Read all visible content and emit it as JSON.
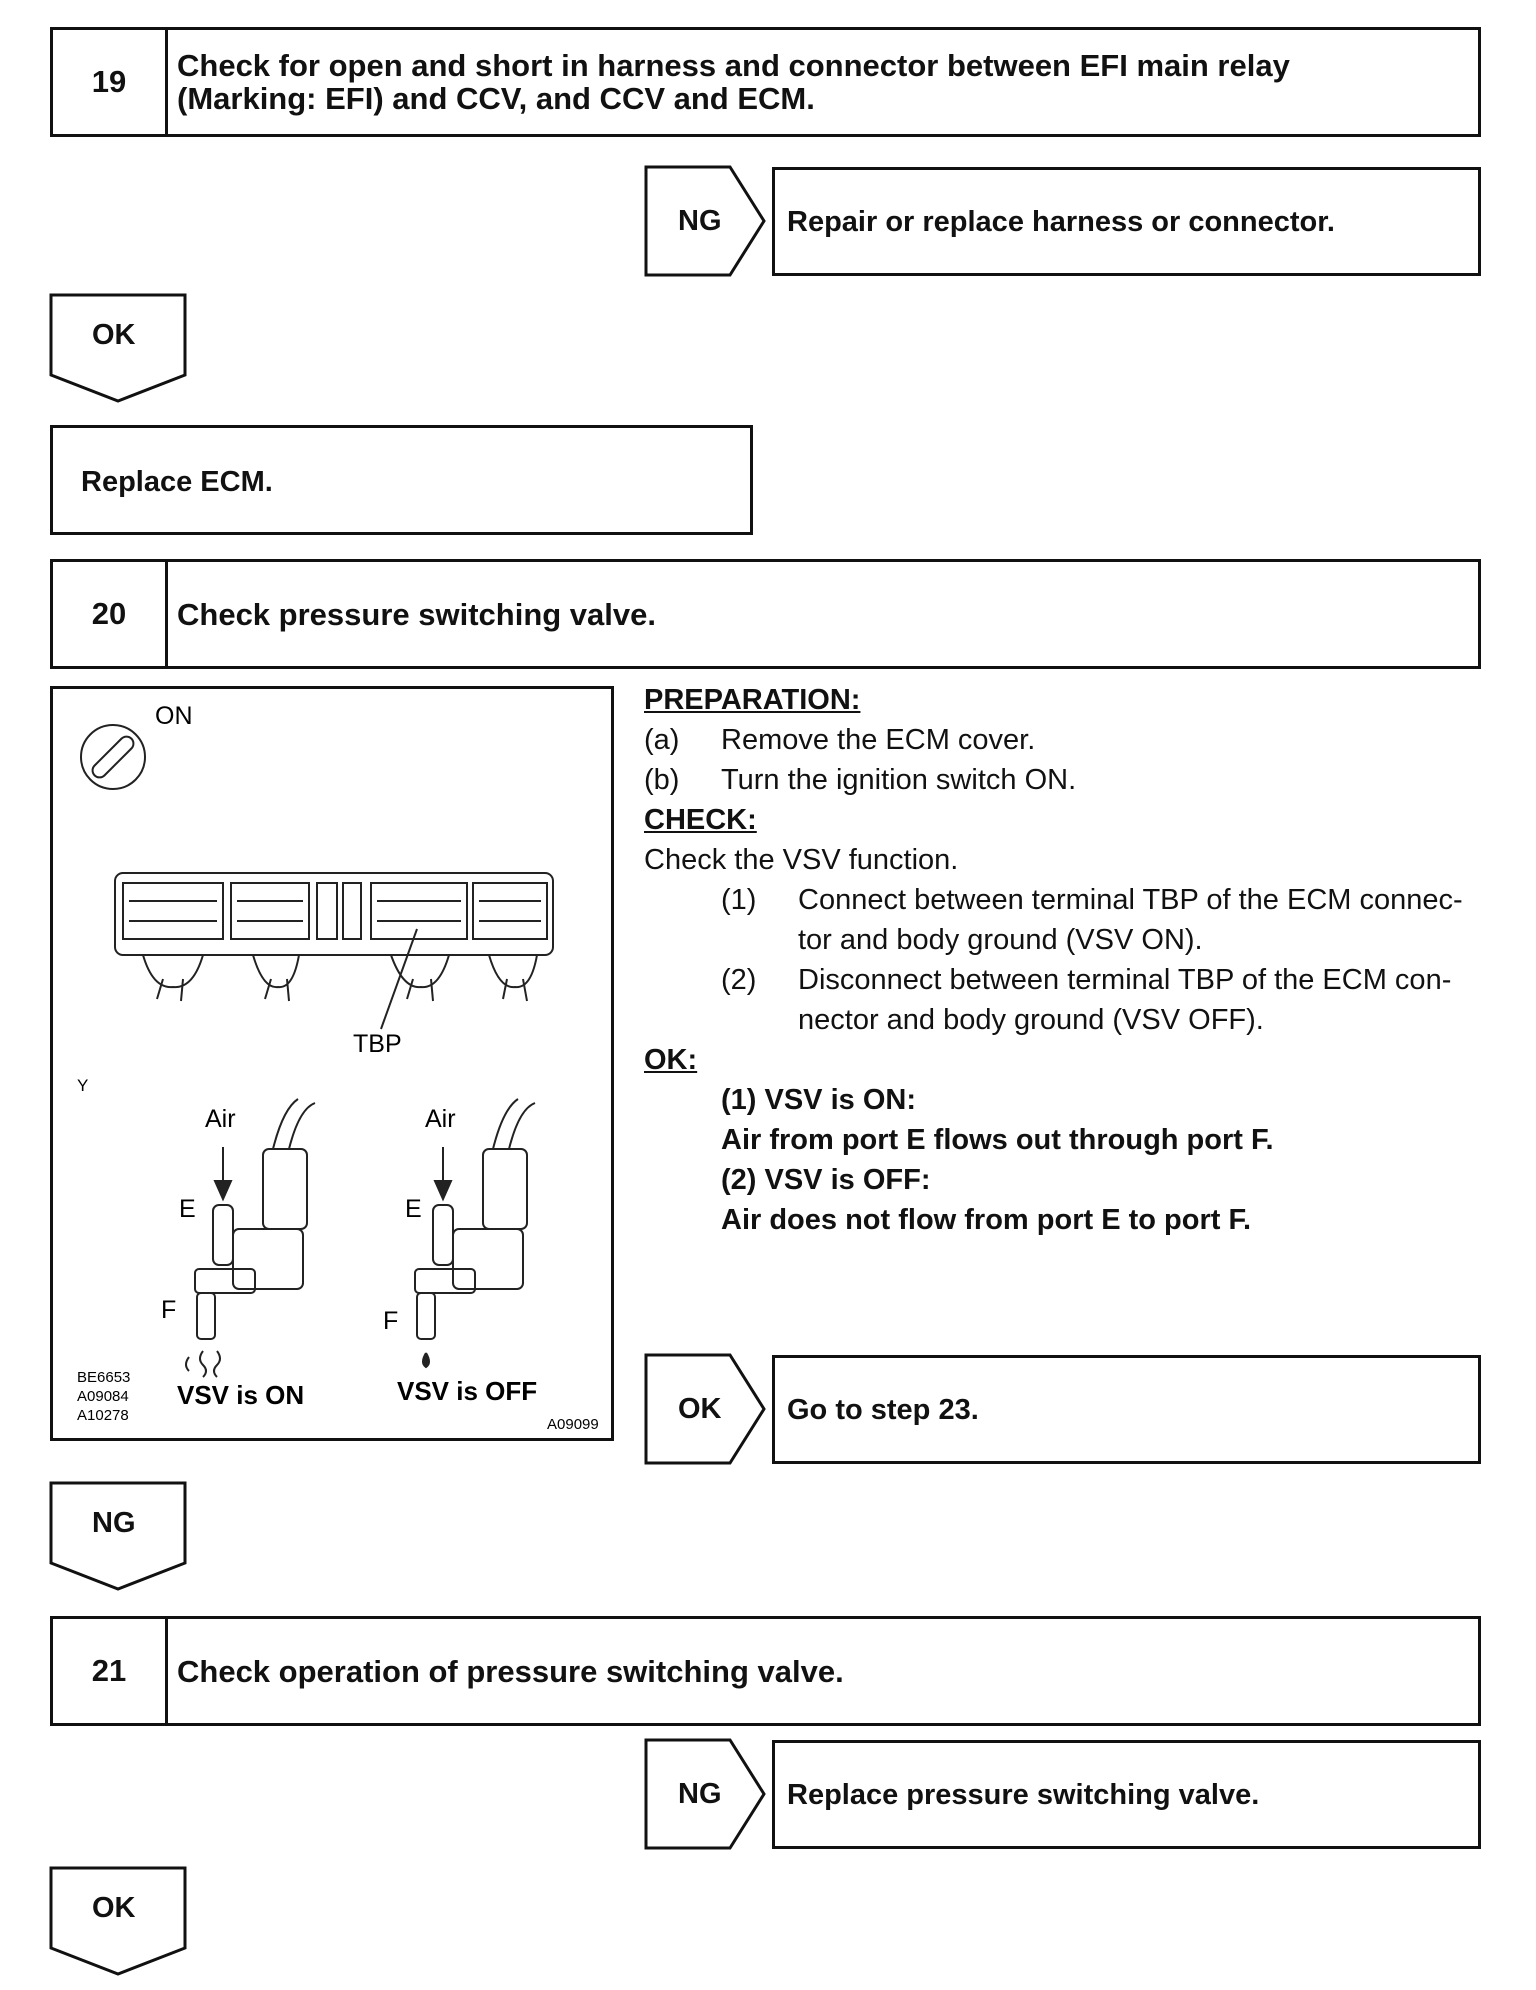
{
  "step19": {
    "number": "19",
    "title_line1": "Check for open and short in harness and connector between EFI main relay",
    "title_line2": "(Marking: EFI) and CCV, and CCV and ECM.",
    "ng_label": "NG",
    "ng_action": "Repair or replace harness or connector.",
    "ok_label": "OK",
    "ok_action": "Replace ECM."
  },
  "step20": {
    "number": "20",
    "title": "Check pressure switching valve.",
    "figure": {
      "ignition_label": "ON",
      "terminal_label": "TBP",
      "side_mark": "Y",
      "air_left": "Air",
      "air_right": "Air",
      "port_e_left": "E",
      "port_e_right": "E",
      "port_f_left": "F",
      "port_f_right": "F",
      "caption_left": "VSV is ON",
      "caption_right": "VSV is OFF",
      "ref_codes": [
        "BE6653",
        "A09084",
        "A10278"
      ],
      "figure_code": "A09099"
    },
    "preparation": {
      "heading": "PREPARATION:",
      "items": [
        {
          "mark": "(a)",
          "text": "Remove the ECM cover."
        },
        {
          "mark": "(b)",
          "text": "Turn the ignition switch ON."
        }
      ]
    },
    "check": {
      "heading": "CHECK:",
      "intro": "Check the VSV function.",
      "items": [
        {
          "mark": "(1)",
          "line1": "Connect between terminal TBP of the ECM connec-",
          "line2": "tor and body ground (VSV ON)."
        },
        {
          "mark": "(2)",
          "line1": "Disconnect between terminal TBP of the ECM con-",
          "line2": "nector and body ground (VSV OFF)."
        }
      ]
    },
    "ok_criteria": {
      "heading": "OK:",
      "lines": [
        "(1) VSV is ON:",
        "Air from port E flows out through port F.",
        "(2) VSV is OFF:",
        "Air does not flow from port E to port F."
      ]
    },
    "ok_label": "OK",
    "ok_action": "Go to step 23.",
    "ng_label": "NG"
  },
  "step21": {
    "number": "21",
    "title": "Check operation of pressure switching valve.",
    "ng_label": "NG",
    "ng_action": "Replace pressure switching valve.",
    "ok_label": "OK"
  }
}
